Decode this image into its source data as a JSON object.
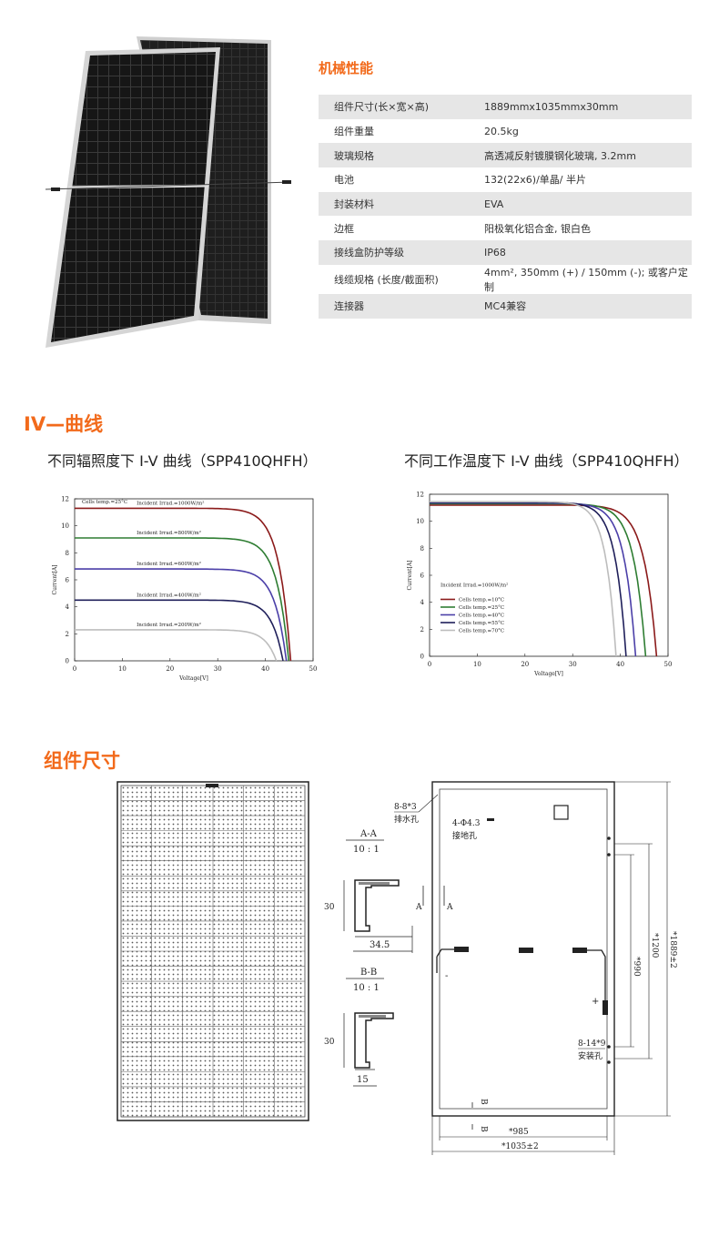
{
  "mechanical": {
    "title": "机械性能",
    "rows": [
      {
        "k": "组件尺寸(长×宽×高)",
        "v": "1889mmx1035mmx30mm"
      },
      {
        "k": "组件重量",
        "v": "20.5kg"
      },
      {
        "k": "玻璃规格",
        "v": "高透减反射镀膜钢化玻璃, 3.2mm"
      },
      {
        "k": "电池",
        "v": "132(22x6)/单晶/ 半片"
      },
      {
        "k": "封装材料",
        "v": "EVA"
      },
      {
        "k": "边框",
        "v": "阳极氧化铝合金, 银白色"
      },
      {
        "k": "接线盒防护等级",
        "v": "IP68"
      },
      {
        "k": "线缆规格 (长度/截面积)",
        "v": "4mm², 350mm (+) / 150mm (-); 或客户定制"
      },
      {
        "k": "连接器",
        "v": "MC4兼容"
      }
    ]
  },
  "iv_section": {
    "title": "IV—曲线",
    "chart1_title": "不同辐照度下 I-V 曲线（SPP410QHFH）",
    "chart2_title": "不同工作温度下 I-V 曲线（SPP410QHFH）"
  },
  "dims_section": {
    "title": "组件尺寸",
    "labels": {
      "aa": "A-A",
      "aa_scale": "10 : 1",
      "dim30a": "30",
      "dim345": "34.5",
      "bb": "B-B",
      "bb_scale": "10 : 1",
      "dim30b": "30",
      "dim15": "15",
      "drain": "8-8*3",
      "drain_cn": "排水孔",
      "ground": "4-Φ4.3",
      "ground_cn": "接地孔",
      "A1": "A",
      "A2": "A",
      "minus": "-",
      "plus": "+",
      "d990": "*990",
      "d1200": "*1200",
      "d1889": "*1889±2",
      "mount": "8-14*9",
      "mount_cn": "安装孔",
      "B1": "B",
      "B2": "B",
      "d985": "*985",
      "d1035": "*1035±2"
    }
  },
  "chart_data": [
    {
      "type": "line",
      "title": "不同辐照度下 I-V 曲线（SPP410QHFH）",
      "xlabel": "Voltage[V]",
      "ylabel": "Current[A]",
      "xlim": [
        0,
        50
      ],
      "ylim": [
        0,
        12
      ],
      "xticks": [
        0,
        10,
        20,
        30,
        40,
        50
      ],
      "yticks": [
        0,
        2,
        4,
        6,
        8,
        10,
        12
      ],
      "note": "Cells temp.=25°C",
      "series": [
        {
          "name": "Incident Irrad.=1000W/m²",
          "color": "#8b1a1a",
          "isc": 11.3,
          "voc": 45.3
        },
        {
          "name": "Incident Irrad.=800W/m²",
          "color": "#2e7d32",
          "isc": 9.1,
          "voc": 44.9
        },
        {
          "name": "Incident Irrad.=600W/m²",
          "color": "#4b3fa8",
          "isc": 6.8,
          "voc": 44.4
        },
        {
          "name": "Incident Irrad.=400W/m²",
          "color": "#1f1f5a",
          "isc": 4.5,
          "voc": 43.7
        },
        {
          "name": "Incident Irrad.=200W/m²",
          "color": "#bdbdbd",
          "isc": 2.3,
          "voc": 42.3
        }
      ]
    },
    {
      "type": "line",
      "title": "不同工作温度下 I-V 曲线（SPP410QHFH）",
      "xlabel": "Voltage[V]",
      "ylabel": "Current[A]",
      "xlim": [
        0,
        50
      ],
      "ylim": [
        0,
        12
      ],
      "xticks": [
        0,
        10,
        20,
        30,
        40,
        50
      ],
      "yticks": [
        0,
        2,
        4,
        6,
        8,
        10,
        12
      ],
      "note": "Incident Irrad.=1000W/m²",
      "series": [
        {
          "name": "Cells temp.=10°C",
          "color": "#8b1a1a",
          "isc": 11.2,
          "voc": 47.6
        },
        {
          "name": "Cells temp.=25°C",
          "color": "#2e7d32",
          "isc": 11.3,
          "voc": 45.3
        },
        {
          "name": "Cells temp.=40°C",
          "color": "#4b3fa8",
          "isc": 11.35,
          "voc": 43.2
        },
        {
          "name": "Cells temp.=55°C",
          "color": "#1f1f5a",
          "isc": 11.4,
          "voc": 41.2
        },
        {
          "name": "Cells temp.=70°C",
          "color": "#bdbdbd",
          "isc": 11.45,
          "voc": 39.1
        }
      ]
    }
  ]
}
